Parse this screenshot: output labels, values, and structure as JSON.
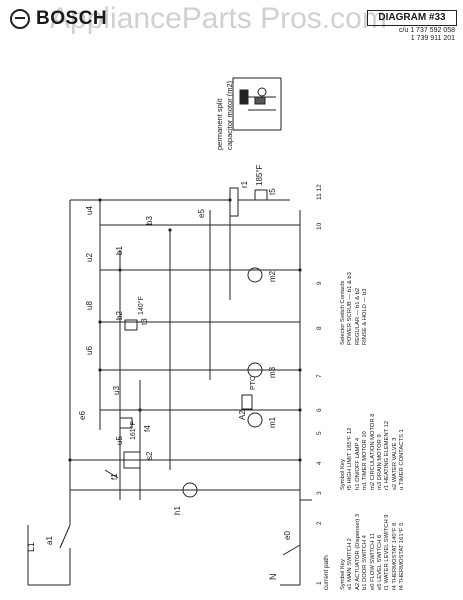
{
  "header": {
    "brand": "BOSCH",
    "watermark": "ApplianceParts Pros.com",
    "diagram": "DIAGRAM #33",
    "parts": [
      "c/u 1 737 592 058",
      "1 739 911 201"
    ]
  },
  "inset": {
    "label_1": "permanent split",
    "label_2": "capacitor motor (m2)"
  },
  "lines": {
    "L1": "L1",
    "N": "N"
  },
  "components": {
    "a1": "a1",
    "e0": "e0",
    "h1": "h1",
    "f1": "f1",
    "s2": "s2",
    "e6": "e6",
    "u5": "u5",
    "f4": "f4",
    "t161": "161°F",
    "m1": "m1",
    "a2": "A2",
    "ptc": "PTC",
    "u3": "u3",
    "m3": "m3",
    "u6": "u6",
    "t3": "t3",
    "t140": "140°F",
    "b2": "b2",
    "u8": "u8",
    "m2": "m2",
    "u2": "u2",
    "b1": "b1",
    "b3": "b3",
    "u4": "u4",
    "e5": "e5",
    "r1": "r1",
    "t5": "t5",
    "t185": "185°F"
  },
  "current_path_numbers": [
    "1",
    "2",
    "3",
    "4",
    "5",
    "6",
    "7",
    "8",
    "9",
    "10",
    "11 12"
  ],
  "current_path_label": "current path",
  "symbol_key": {
    "title": "Symbol Key",
    "rows": [
      [
        "a1",
        "MAIN SWITCH",
        "2"
      ],
      [
        "A2",
        "ACTUATOR (Dispenser)",
        "3"
      ],
      [
        "b1",
        "DOOR SWITCH",
        "4"
      ],
      [
        "e0",
        "FLOW SWITCH",
        "11"
      ],
      [
        "e5",
        "LEVEL SWITCH",
        "6"
      ],
      [
        "f1",
        "WATER LEVEL SWITCH",
        "9"
      ],
      [
        "f4",
        "THERMOSTAT 140°F",
        "8"
      ],
      [
        "f4",
        "THERMOSTAT 161°F",
        "5"
      ]
    ]
  },
  "symbol_key_2": {
    "title": "Symbol Key",
    "rows": [
      [
        "f5",
        "HIGH LIMIT 185°F",
        "12"
      ],
      [
        "h1",
        "ON/OFF LAMP",
        "4"
      ],
      [
        "m1",
        "TIMER MOTOR",
        "10"
      ],
      [
        "m2",
        "CIRCULATION MOTOR",
        "8"
      ],
      [
        "m3",
        "DRAIN MOTOR",
        "9"
      ],
      [
        "r1",
        "HEATING ELEMENT",
        "12"
      ],
      [
        "s2",
        "WATER VALVE",
        "3"
      ],
      [
        "u",
        "TIMER CONTACTS",
        "1"
      ]
    ]
  },
  "selector_key": {
    "title": "Selector Switch Contacts",
    "rows": [
      [
        "POWER SCRUB",
        "b1 & b3"
      ],
      [
        "REGULAR",
        "b1 & b2"
      ],
      [
        "RINSE & HOLD",
        "b3"
      ]
    ]
  }
}
